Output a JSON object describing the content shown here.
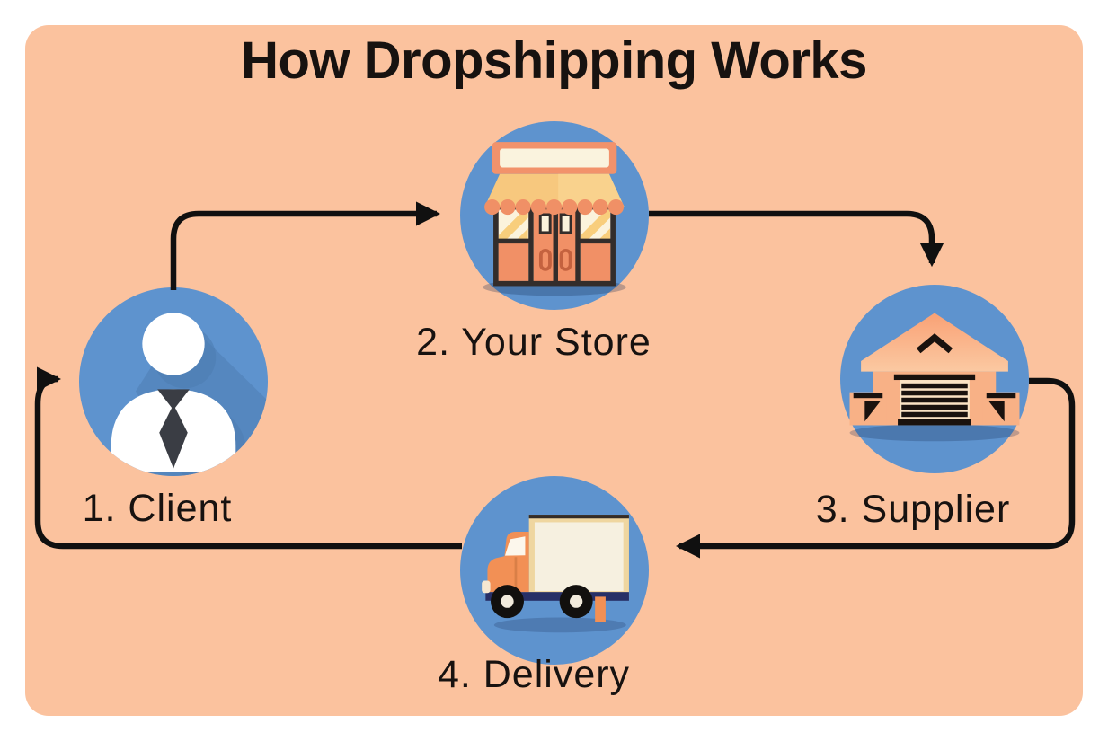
{
  "title": "How Dropshipping Works",
  "steps": [
    {
      "id": "client",
      "label": "1. Client",
      "icon": "person-icon"
    },
    {
      "id": "your-store",
      "label": "2. Your Store",
      "icon": "storefront-icon"
    },
    {
      "id": "supplier",
      "label": "3. Supplier",
      "icon": "warehouse-icon"
    },
    {
      "id": "delivery",
      "label": "4. Delivery",
      "icon": "delivery-truck-icon"
    }
  ],
  "connections": [
    {
      "from": "1. Client",
      "to": "2. Your Store"
    },
    {
      "from": "2. Your Store",
      "to": "3. Supplier"
    },
    {
      "from": "3. Supplier",
      "to": "4. Delivery"
    },
    {
      "from": "4. Delivery",
      "to": "1. Client"
    }
  ],
  "colors": {
    "page_bg": "#FFFFFF",
    "card_bg": "#FBC29E",
    "circle_blue": "#5E93CE",
    "arrow_black": "#101010",
    "text_black": "#171210",
    "icon_orange": "#F29055",
    "icon_cream": "#FBF3DC"
  }
}
